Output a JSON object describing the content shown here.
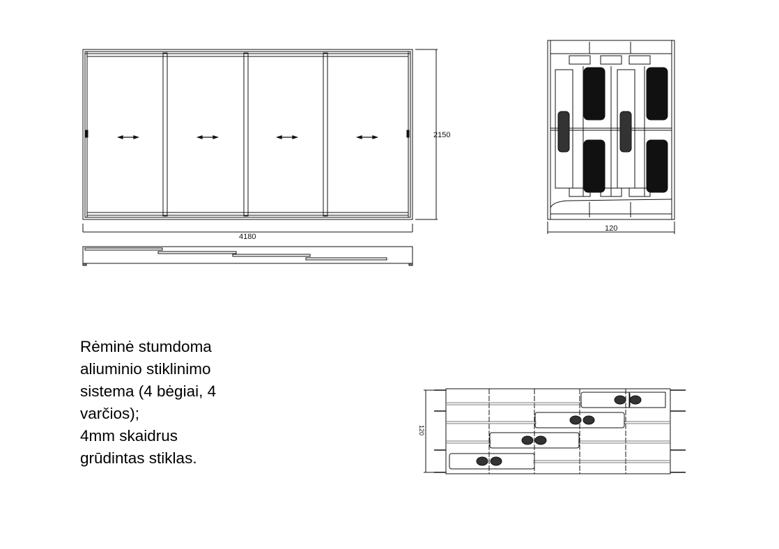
{
  "elevation": {
    "height_label": "2150",
    "width_label": "4180",
    "panel_count": 4
  },
  "vertical_section": {
    "width_label": "120"
  },
  "horizontal_section": {
    "width_label": "120"
  },
  "description": {
    "lines": [
      "Rėminė stumdoma",
      "aliuminio stiklinimo",
      "sistema (4 bėgiai, 4",
      "varčios);",
      "4mm skaidrus",
      "grūdintas stiklas."
    ]
  }
}
